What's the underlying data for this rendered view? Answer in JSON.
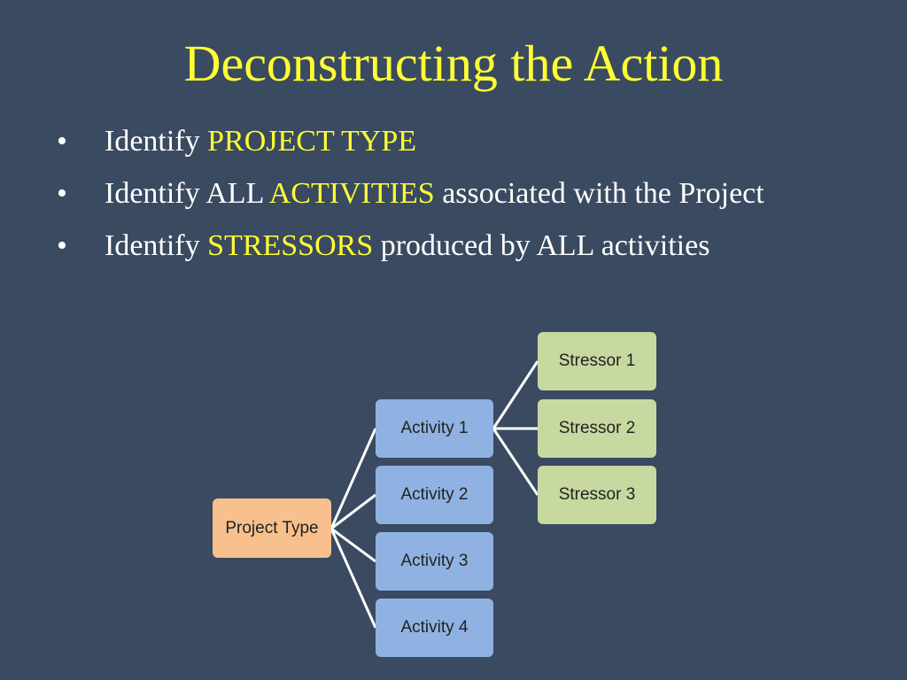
{
  "slide": {
    "title": "Deconstructing the Action",
    "bullets": [
      {
        "marker": "•",
        "parts": [
          {
            "text": "Identify ",
            "highlight": false
          },
          {
            "text": "PROJECT TYPE",
            "highlight": true
          }
        ]
      },
      {
        "marker": "•",
        "parts": [
          {
            "text": "Identify ALL ",
            "highlight": false
          },
          {
            "text": "ACTIVITIES",
            "highlight": true
          },
          {
            "text": " associated with the Project",
            "highlight": false
          }
        ]
      },
      {
        "marker": "•",
        "parts": [
          {
            "text": "Identify ",
            "highlight": false
          },
          {
            "text": "STRESSORS",
            "highlight": true
          },
          {
            "text": " produced by ALL activities",
            "highlight": false
          }
        ]
      }
    ]
  },
  "diagram": {
    "project": {
      "label": "Project Type"
    },
    "activities": [
      {
        "label": "Activity 1"
      },
      {
        "label": "Activity 2"
      },
      {
        "label": "Activity 3"
      },
      {
        "label": "Activity 4"
      }
    ],
    "stressors": [
      {
        "label": "Stressor 1"
      },
      {
        "label": "Stressor 2"
      },
      {
        "label": "Stressor 3"
      }
    ]
  },
  "colors": {
    "background": "#3a4a60",
    "title": "#ffff33",
    "highlight": "#ffff33",
    "body_text": "#ffffff",
    "project_box": "#f7c08c",
    "activity_box": "#8fb2e2",
    "stressor_box": "#c7d9a0",
    "connector": "#ffffff"
  }
}
